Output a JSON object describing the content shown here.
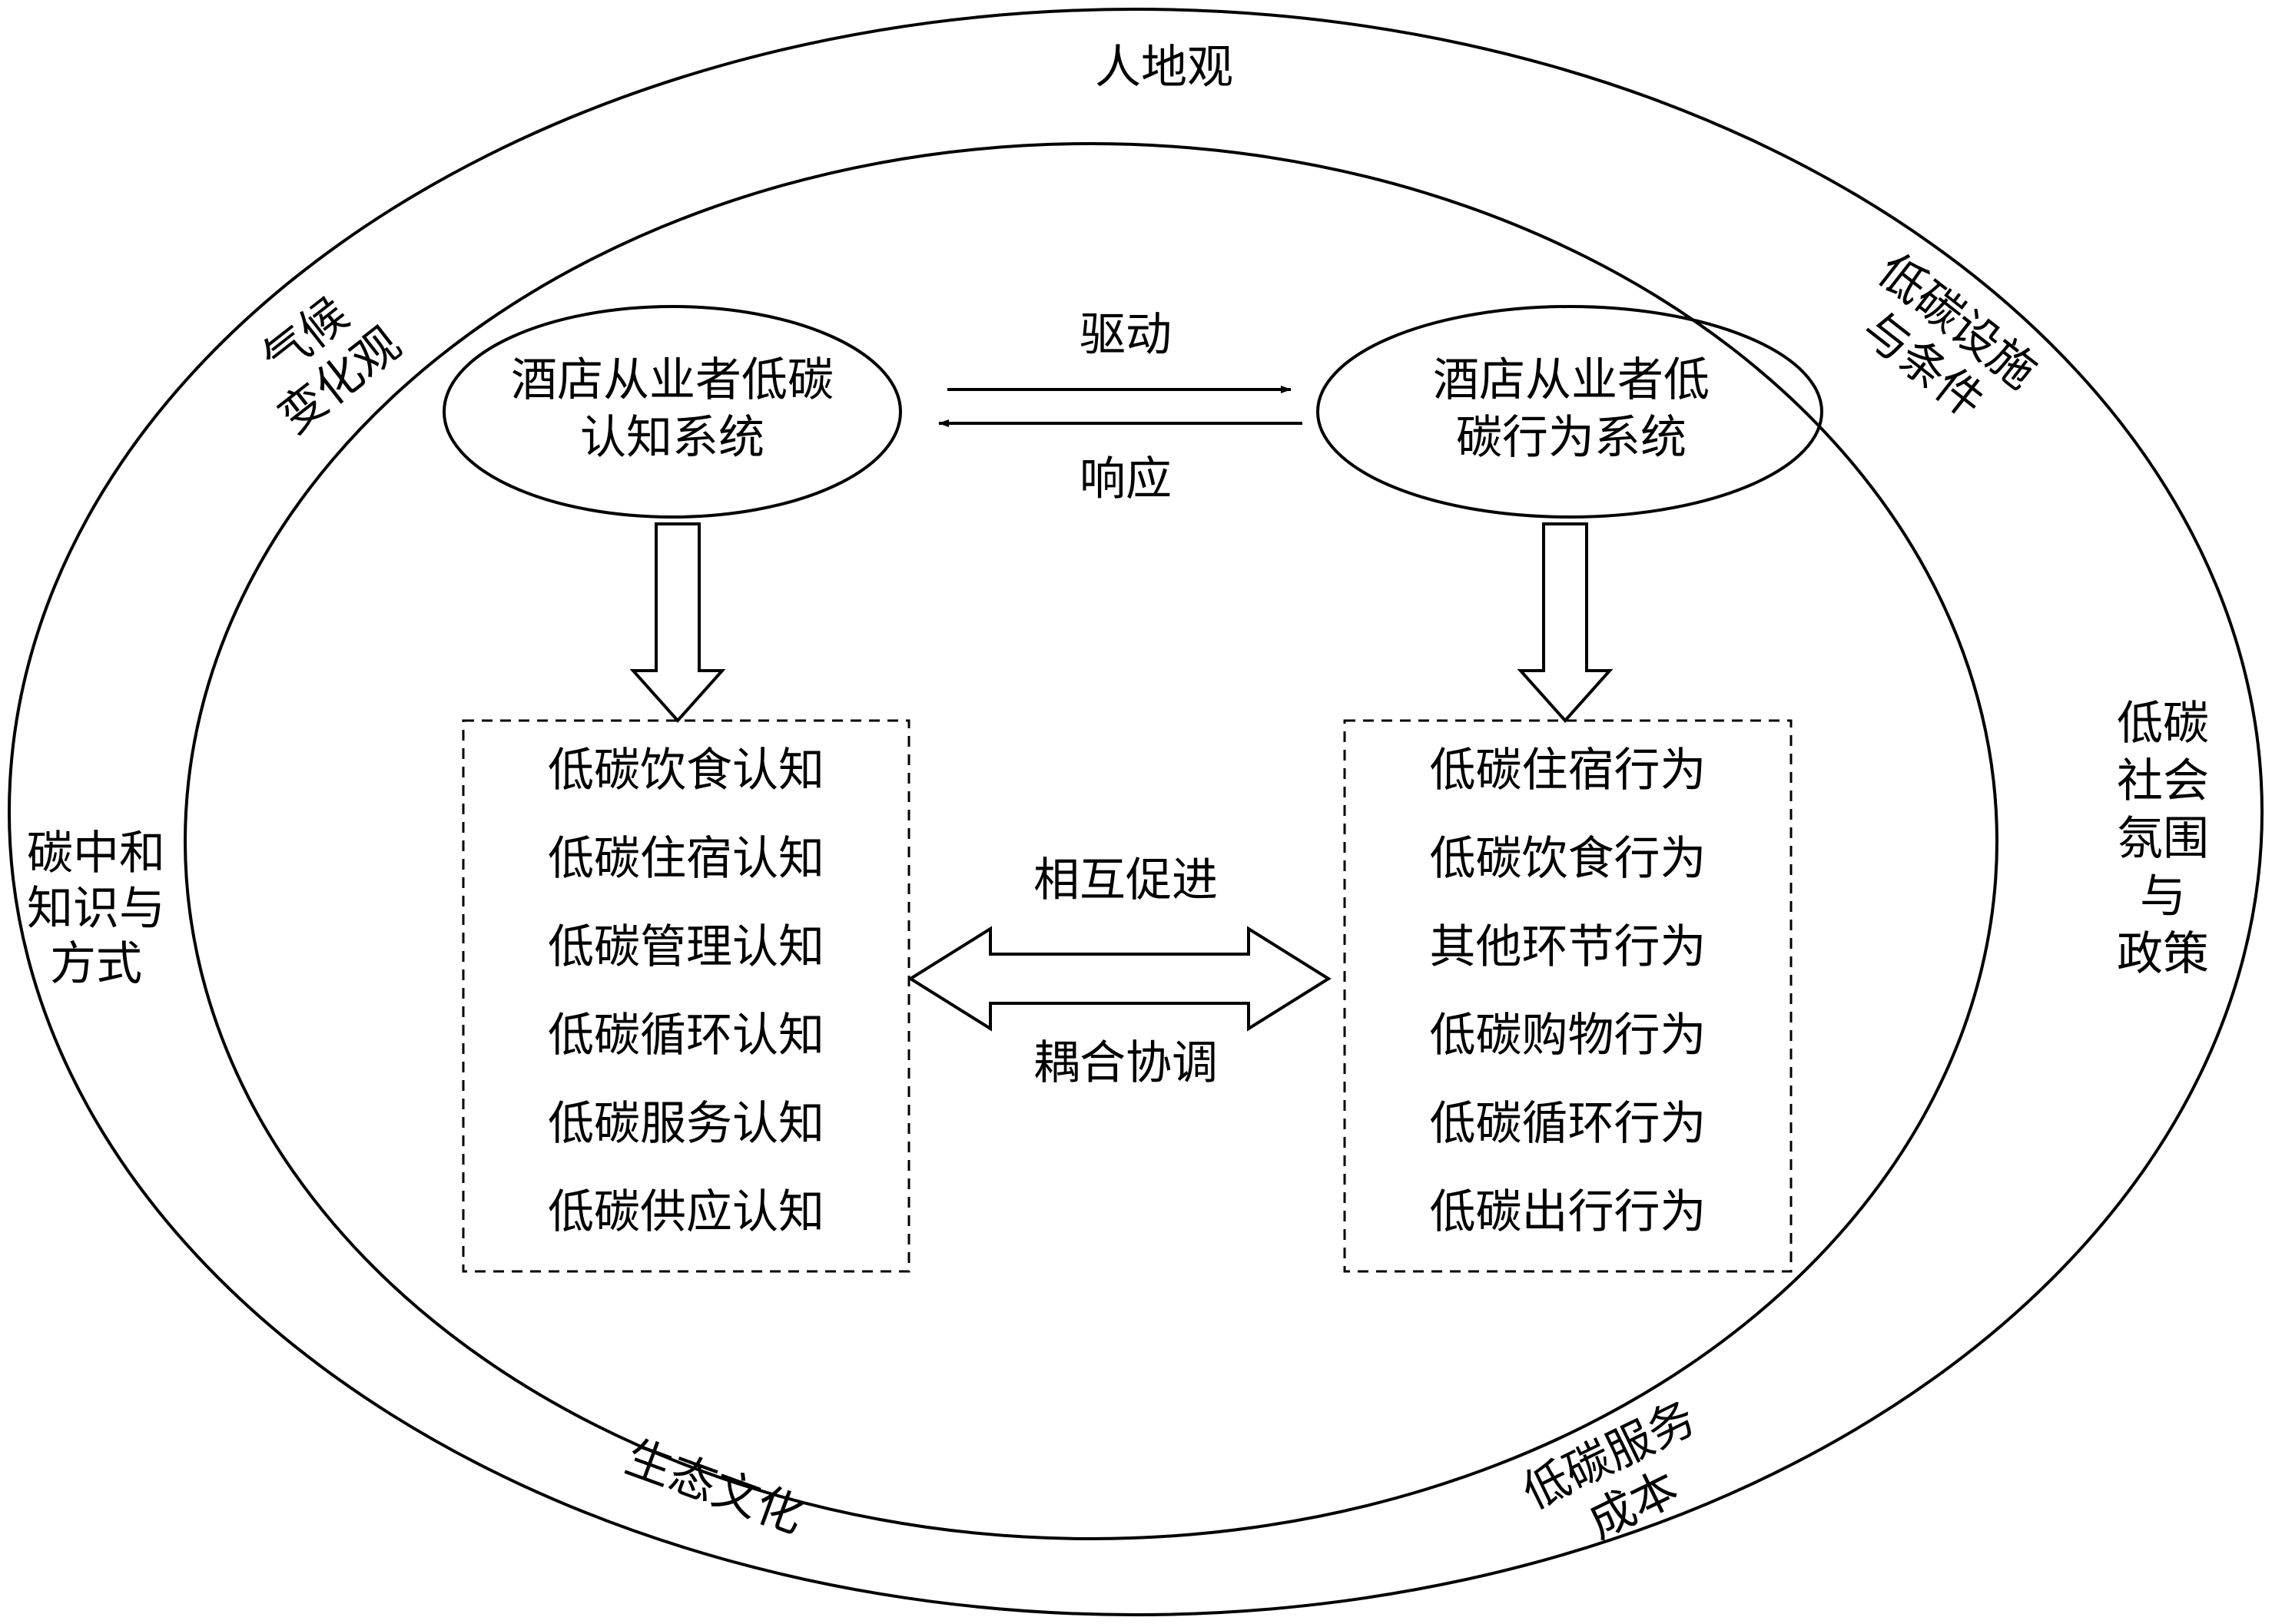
{
  "outer_labels": {
    "top": "人地观",
    "upper_left_line1": "气候",
    "upper_left_line2": "变化观",
    "left_line1": "碳中和",
    "left_line2": "知识与",
    "left_line3": "方式",
    "upper_right_line1": "低碳设施",
    "upper_right_line2": "与条件",
    "right_line1": "低碳",
    "right_line2": "社会",
    "right_line3": "氛围",
    "right_line4": "与",
    "right_line5": "政策",
    "bottom_left": "生态文化",
    "bottom_right_line1": "低碳服务",
    "bottom_right_line2": "成本"
  },
  "cognition_system": {
    "line1": "酒店从业者低碳",
    "line2": "认知系统"
  },
  "behavior_system": {
    "line1": "酒店从业者低",
    "line2": "碳行为系统"
  },
  "drive_label": "驱动",
  "response_label": "响应",
  "promote_label": "相互促进",
  "coordinate_label": "耦合协调",
  "cognition_items": [
    "低碳饮食认知",
    "低碳住宿认知",
    "低碳管理认知",
    "低碳循环认知",
    "低碳服务认知",
    "低碳供应认知"
  ],
  "behavior_items": [
    "低碳住宿行为",
    "低碳饮食行为",
    "其他环节行为",
    "低碳购物行为",
    "低碳循环行为",
    "低碳出行行为"
  ]
}
